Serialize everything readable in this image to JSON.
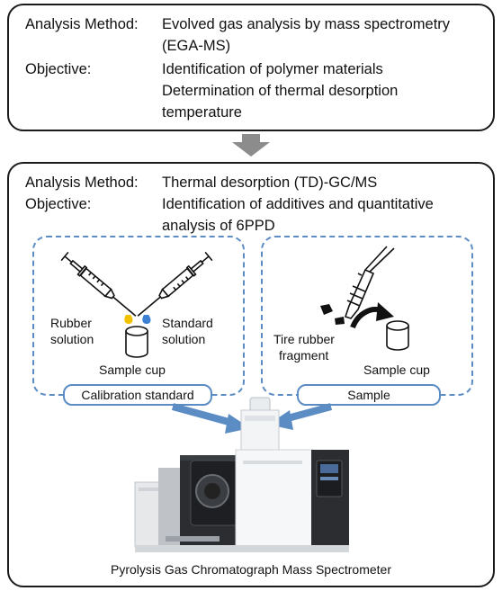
{
  "step1": {
    "method_label": "Analysis Method:",
    "method_value": "Evolved gas analysis by mass spectrometry",
    "method_value2": "(EGA-MS)",
    "objective_label": "Objective:",
    "objective_line1": "Identification of polymer materials",
    "objective_line2": "Determination of thermal desorption",
    "objective_line3": "temperature"
  },
  "step2": {
    "method_label": "Analysis Method:",
    "method_value": "Thermal desorption (TD)-GC/MS",
    "objective_label": "Objective:",
    "objective_line1": "Identification of additives and quantitative",
    "objective_line2": "analysis of 6PPD"
  },
  "calibration": {
    "rubber_line1": "Rubber",
    "rubber_line2": "solution",
    "standard_line1": "Standard",
    "standard_line2": "solution",
    "cup_label": "Sample cup",
    "title": "Calibration standard"
  },
  "sample": {
    "fragment_line1": "Tire rubber",
    "fragment_line2": "fragment",
    "cup_label": "Sample cup",
    "title": "Sample"
  },
  "instrument": {
    "caption": "Pyrolysis Gas Chromatograph Mass Spectrometer"
  },
  "colors": {
    "accent_blue": "#5b8cc4",
    "arrow_gray": "#8c8c8c",
    "drop_yellow": "#f2c200",
    "drop_blue": "#3d7fd1"
  }
}
